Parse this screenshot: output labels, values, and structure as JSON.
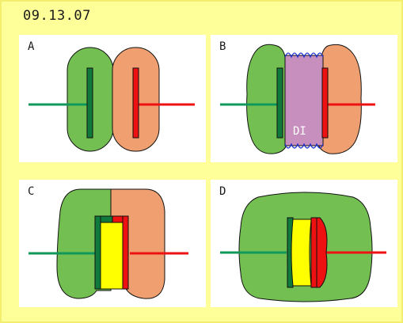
{
  "header": {
    "date": "09.13.07"
  },
  "panels": [
    {
      "label": "A"
    },
    {
      "label": "B",
      "annotation": "DI"
    },
    {
      "label": "C"
    },
    {
      "label": "D"
    }
  ],
  "colors": {
    "background": "#ffff99",
    "green_fill": "#74bf52",
    "green_line": "#10985a",
    "dark_green": "#0f7a3c",
    "orange_fill": "#f0a070",
    "red": "#ee1111",
    "purple": "#c78fbd",
    "yellow": "#ffff00",
    "blue": "#1a2fd0"
  }
}
